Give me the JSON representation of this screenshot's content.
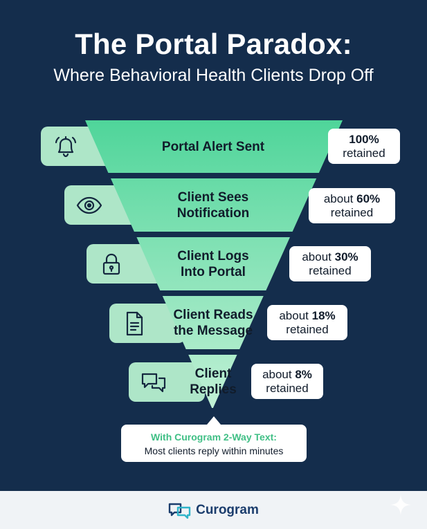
{
  "title": "The Portal Paradox:",
  "subtitle": "Where Behavioral Health Clients Drop Off",
  "stages": [
    {
      "label": "Portal Alert Sent",
      "retention_pct": 100,
      "retention_prefix": "",
      "retention_value": "100%",
      "retention_suffix": "retained",
      "icon": "bell-icon"
    },
    {
      "label": "Client Sees\nNotification",
      "retention_pct": 60,
      "retention_prefix": "about",
      "retention_value": "60%",
      "retention_suffix": "retained",
      "icon": "eye-icon"
    },
    {
      "label": "Client Logs\nInto Portal",
      "retention_pct": 30,
      "retention_prefix": "about",
      "retention_value": "30%",
      "retention_suffix": "retained",
      "icon": "lock-icon"
    },
    {
      "label": "Client Reads\nthe Message",
      "retention_pct": 18,
      "retention_prefix": "about",
      "retention_value": "18%",
      "retention_suffix": "retained",
      "icon": "document-icon"
    },
    {
      "label": "Client\nReplies",
      "retention_pct": 8,
      "retention_prefix": "about",
      "retention_value": "8%",
      "retention_suffix": "retained",
      "icon": "chat-bubbles-icon"
    }
  ],
  "callout": {
    "heading": "With Curogram 2-Way Text:",
    "body": "Most clients reply within minutes"
  },
  "footer": {
    "brand": "Curogram",
    "logo_icon": "curogram-logo-icon"
  },
  "colors": {
    "background": "#142d4c",
    "funnel_top": "#4fd59a",
    "funnel_bottom": "#c2f1d6",
    "icon_tab": "#aee6c8",
    "accent_text": "#3fbf85",
    "brand": "#1b3d6d"
  }
}
